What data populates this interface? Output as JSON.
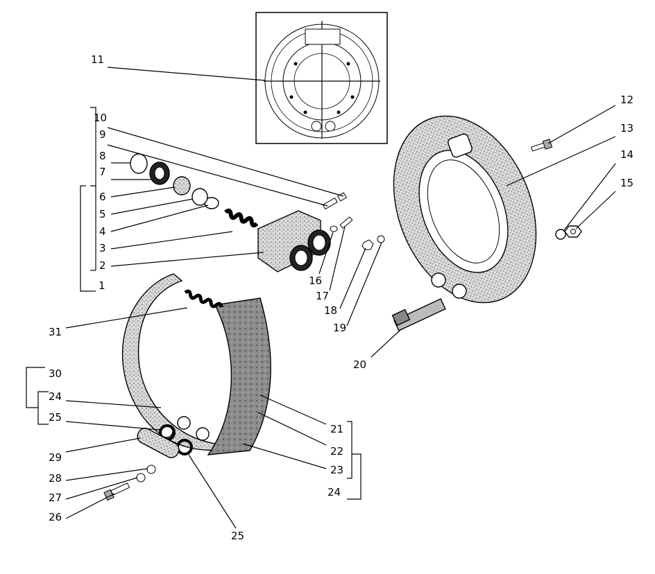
{
  "callouts": {
    "c1": "1",
    "c2": "2",
    "c3": "3",
    "c4": "4",
    "c5": "5",
    "c6": "6",
    "c7": "7",
    "c8": "8",
    "c9": "9",
    "c10": "10",
    "c11": "11",
    "c12": "12",
    "c13": "13",
    "c14": "14",
    "c15": "15",
    "c16": "16",
    "c17": "17",
    "c18": "18",
    "c19": "19",
    "c20": "20",
    "c21": "21",
    "c22": "22",
    "c23": "23",
    "c24a": "24",
    "c24b": "24",
    "c25a": "25",
    "c25b": "25",
    "c26": "26",
    "c27": "27",
    "c28": "28",
    "c29": "29",
    "c30": "30",
    "c31": "31"
  },
  "colors": {
    "ink": "#000000",
    "paper": "#ffffff",
    "shade": "#8a8a8a",
    "lining": "#6e6e6e"
  }
}
